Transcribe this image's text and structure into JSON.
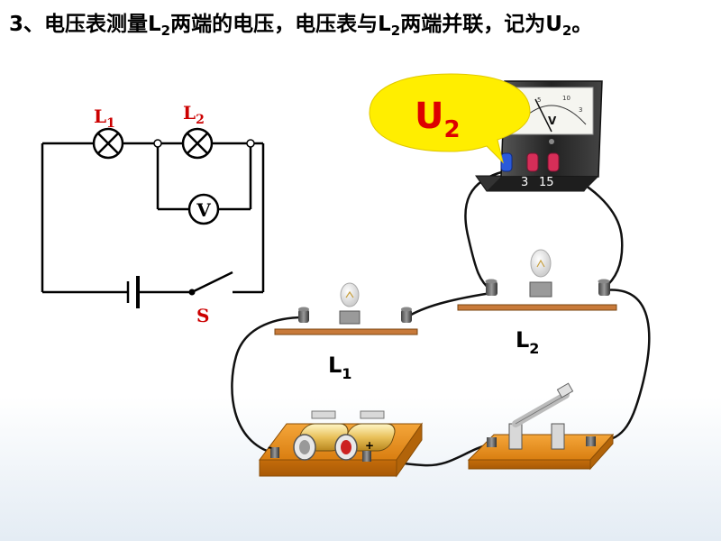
{
  "question": {
    "number": "3",
    "sep": "、",
    "part1": "电压表测量",
    "l2_base": "L",
    "l2_sub": "2",
    "part2": "两端的电压，电压表与",
    "part3": "两端并联，记为",
    "u_base": "U",
    "u_sub": "2",
    "end": "。"
  },
  "schematic": {
    "lamp1_base": "L",
    "lamp1_sub": "1",
    "lamp2_base": "L",
    "lamp2_sub": "2",
    "voltmeter": "V",
    "switch": "S"
  },
  "callout": {
    "base": "U",
    "sub": "2"
  },
  "meter": {
    "needle_letter": "V",
    "terminal_3": "3",
    "terminal_15": "15"
  },
  "board_labels": {
    "l1_base": "L",
    "l1_sub": "1",
    "l2_base": "L",
    "l2_sub": "2"
  },
  "battery": {
    "minus": "-",
    "plus": "+"
  },
  "colors": {
    "schematic_wire": "#000000",
    "schematic_label": "#cc0000",
    "callout_fill": "#ffee00",
    "callout_text": "#dd0000",
    "board_wood": "#e8901a"
  }
}
